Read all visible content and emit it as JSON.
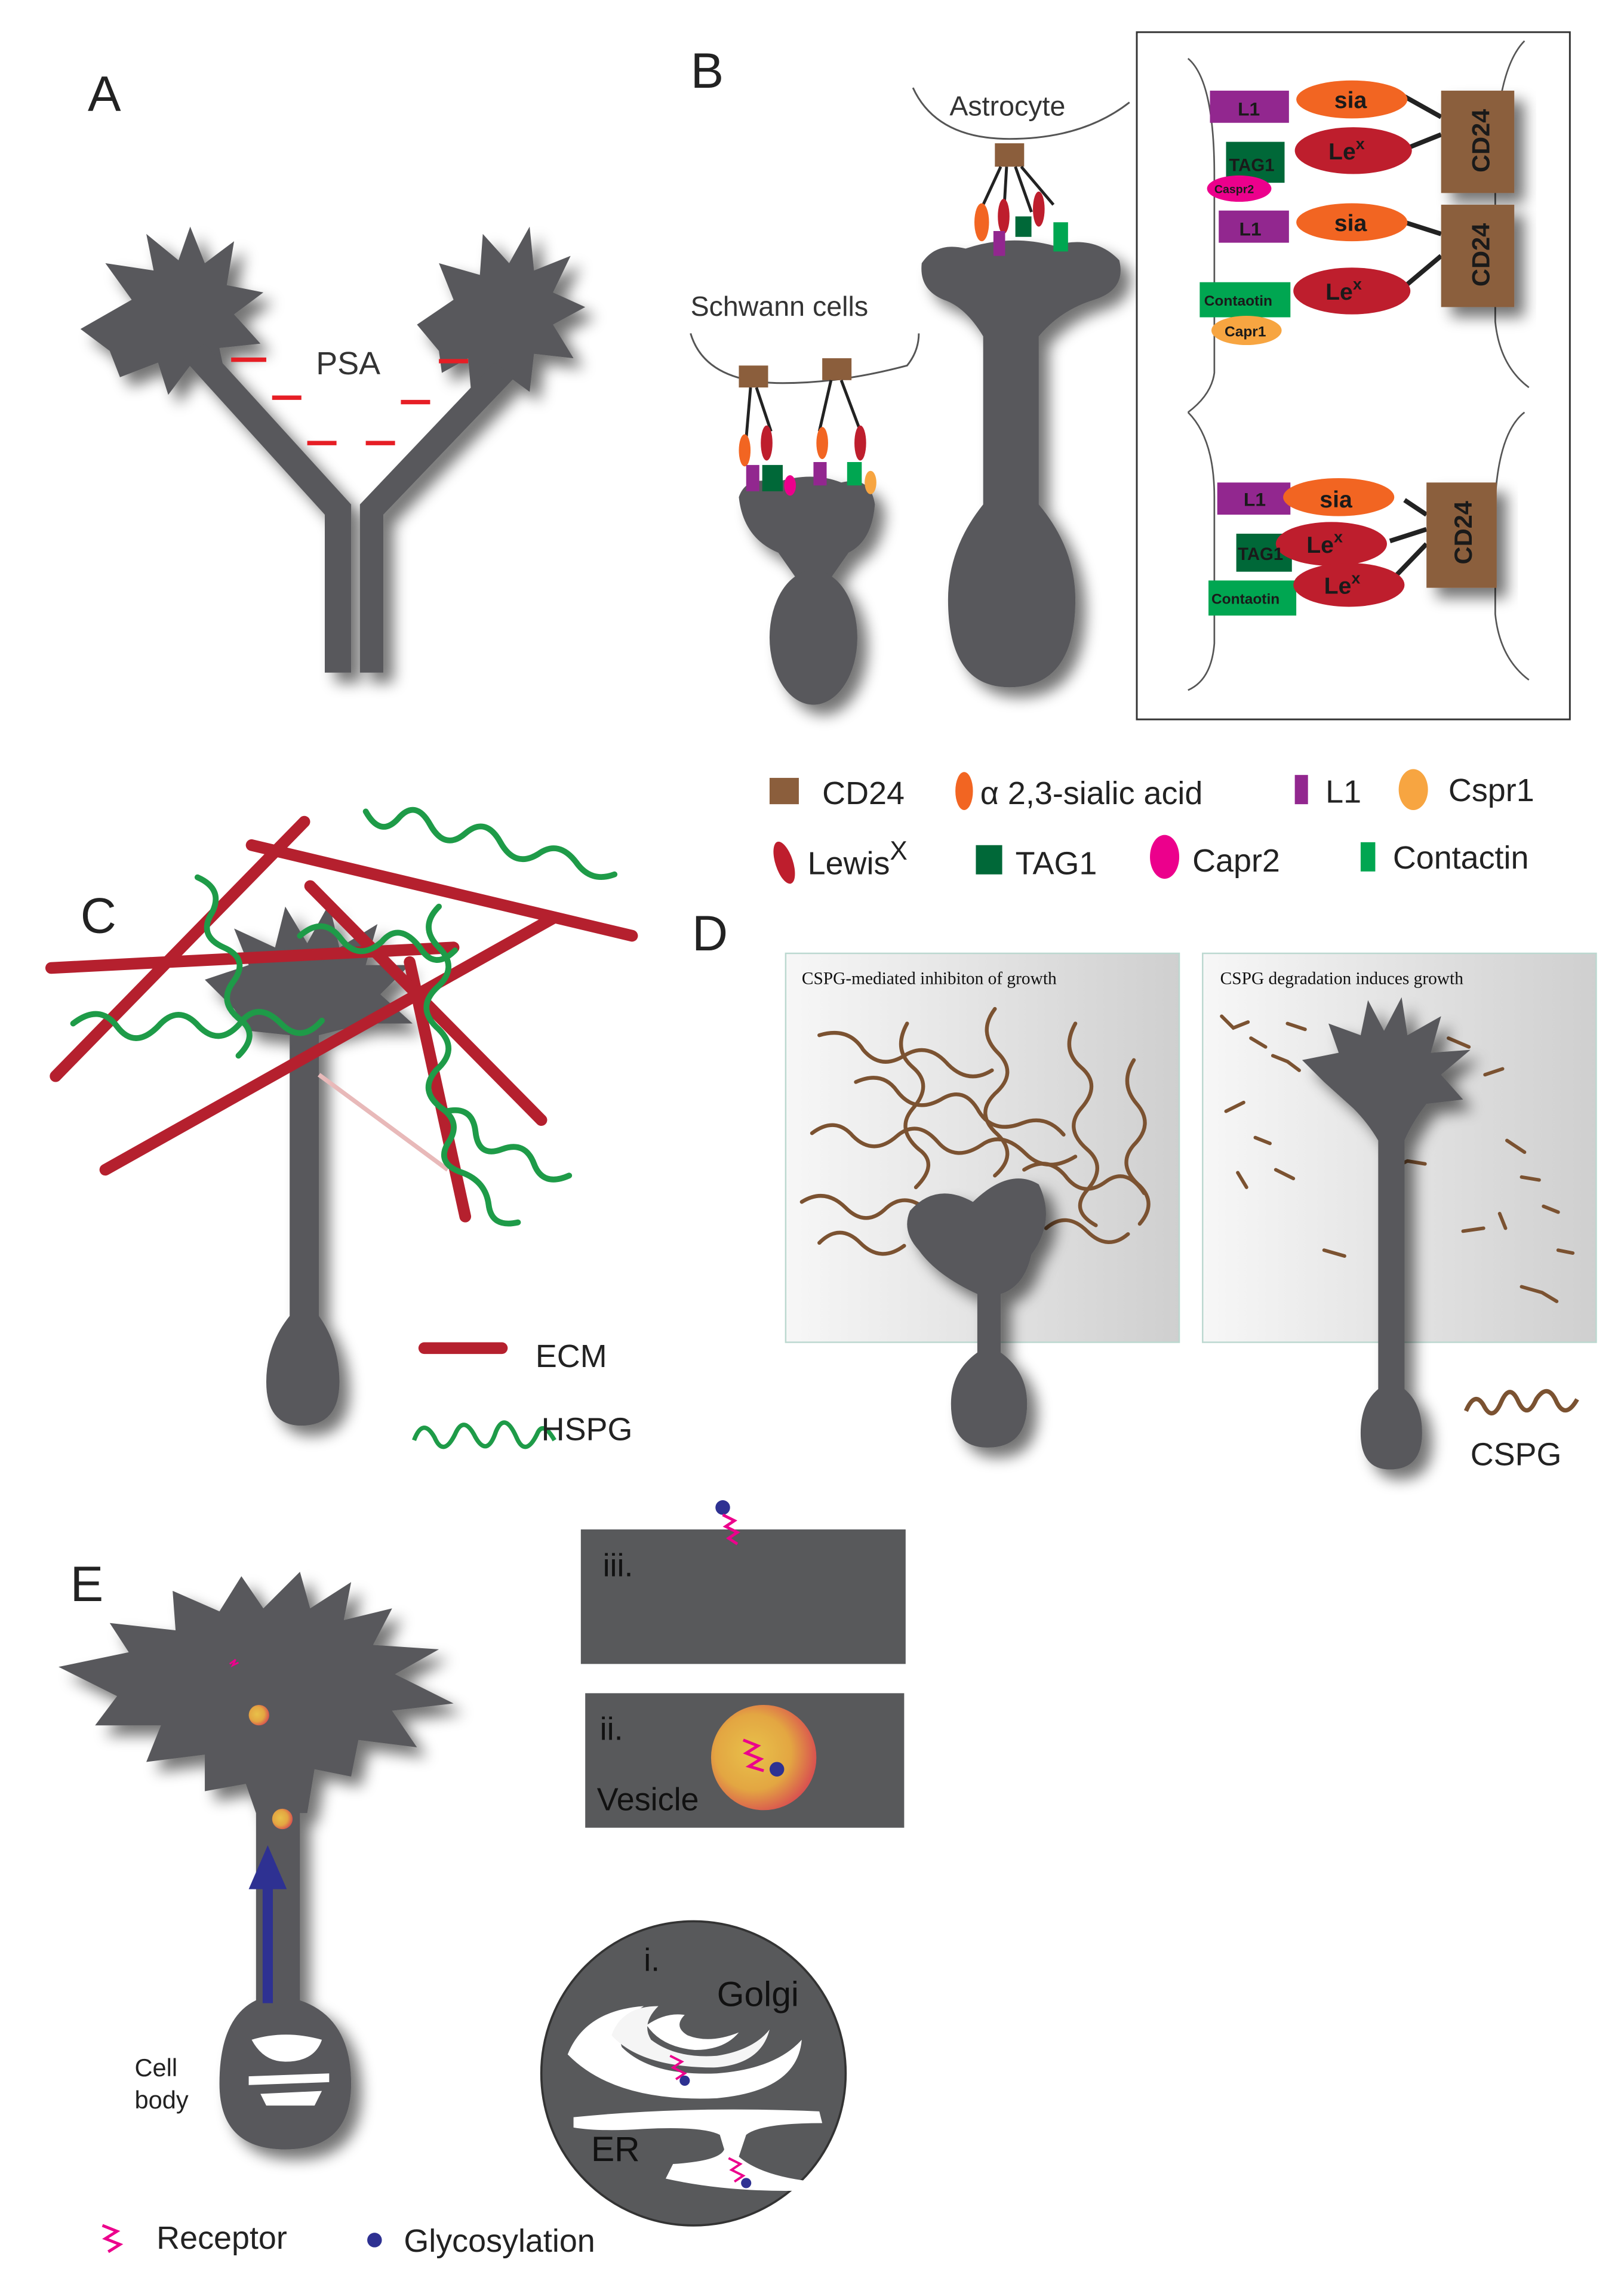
{
  "panels": {
    "a": {
      "letter": "A",
      "psa": "PSA"
    },
    "b": {
      "letter": "B",
      "schwann": "Schwann cells",
      "astrocyte": "Astrocyte",
      "box_top": {
        "l1_a": "L1",
        "sia_a": "sia",
        "tag1": "TAG1",
        "caspr2": "Caspr2",
        "lex_a": "Le",
        "l1_b": "L1",
        "sia_b": "sia",
        "contactin": "Contaotin",
        "caspr1": "Capr1",
        "lex_b": "Le",
        "cd24_a": "CD24",
        "cd24_b": "CD24"
      },
      "box_bottom": {
        "l1": "L1",
        "sia": "sia",
        "tag1": "TAG1",
        "lex_a": "Le",
        "contactin": "Contaotin",
        "lex_b": "Le",
        "cd24": "CD24"
      },
      "superscript_x": "x"
    },
    "legend_b": {
      "cd24": "CD24",
      "sialic": "α 2,3-sialic acid",
      "l1": "L1",
      "cspr1": "Cspr1",
      "lewis": "Lewis",
      "lewis_sup": "X",
      "tag1": "TAG1",
      "capr2": "Capr2",
      "contactin": "Contactin"
    },
    "c": {
      "letter": "C",
      "ecm": "ECM",
      "hspg": "HSPG"
    },
    "d": {
      "letter": "D",
      "left_title": "CSPG-mediated inhibiton of growth",
      "right_title": "CSPG degradation induces growth",
      "cspg": "CSPG"
    },
    "e": {
      "letter": "E",
      "iii": "iii.",
      "ii": "ii.",
      "vesicle": "Vesicle",
      "i": "i.",
      "golgi": "Golgi",
      "er": "ER",
      "cell_body_1": "Cell",
      "cell_body_2": "body",
      "receptor": "Receptor",
      "glycosylation": "Glycosylation"
    }
  },
  "colors": {
    "neuron": "#58595b",
    "cd24": "#8b5e3c",
    "sialic": "#f26522",
    "l1": "#92278f",
    "cspr1": "#f7a541",
    "lewis": "#be1e2d",
    "tag1": "#006838",
    "capr2": "#ec008c",
    "contactin": "#00a651",
    "ecm": "#b5202e",
    "hspg": "#1e9b48",
    "cspg": "#7b5231",
    "receptor": "#ec008c",
    "glycosylation": "#2e3192"
  }
}
